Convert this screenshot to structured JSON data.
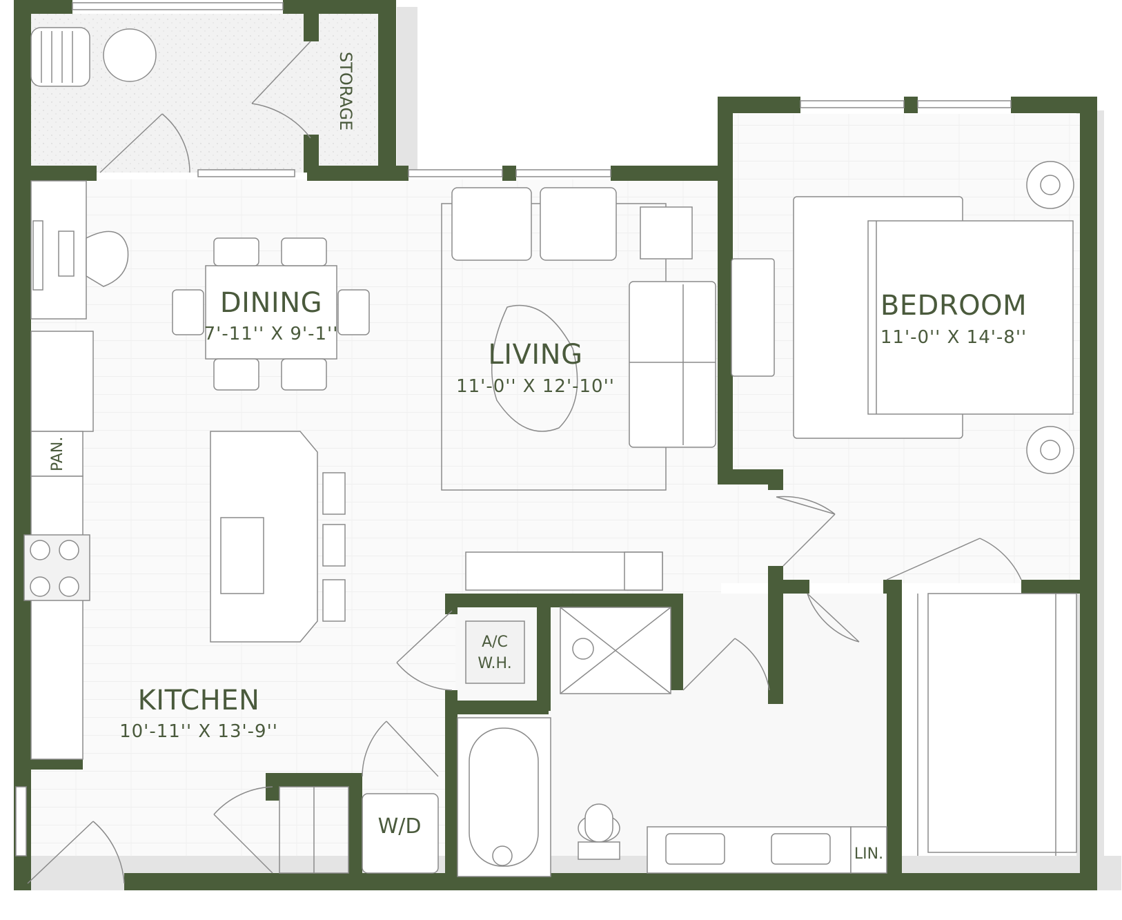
{
  "colors": {
    "wall": "#4a5d3a",
    "shadow": "#e3e3e3",
    "floor_light": "#f7f7f7",
    "storage_floor": "#efefef",
    "furniture_stroke": "#8a8a8a",
    "label": "#4a5a3c"
  },
  "rooms": {
    "dining": {
      "name": "DINING",
      "dim": "7'-11'' X 9'-1''"
    },
    "living": {
      "name": "LIVING",
      "dim": "11'-0'' X 12'-10''"
    },
    "bedroom": {
      "name": "BEDROOM",
      "dim": "11'-0'' X 14'-8''"
    },
    "kitchen": {
      "name": "KITCHEN",
      "dim": "10'-11'' X 13'-9''"
    }
  },
  "labels": {
    "storage": "STORAGE",
    "pantry": "PAN.",
    "ac_line1": "A/C",
    "ac_line2": "W.H.",
    "washer_dryer": "W/D",
    "linen": "LIN."
  }
}
